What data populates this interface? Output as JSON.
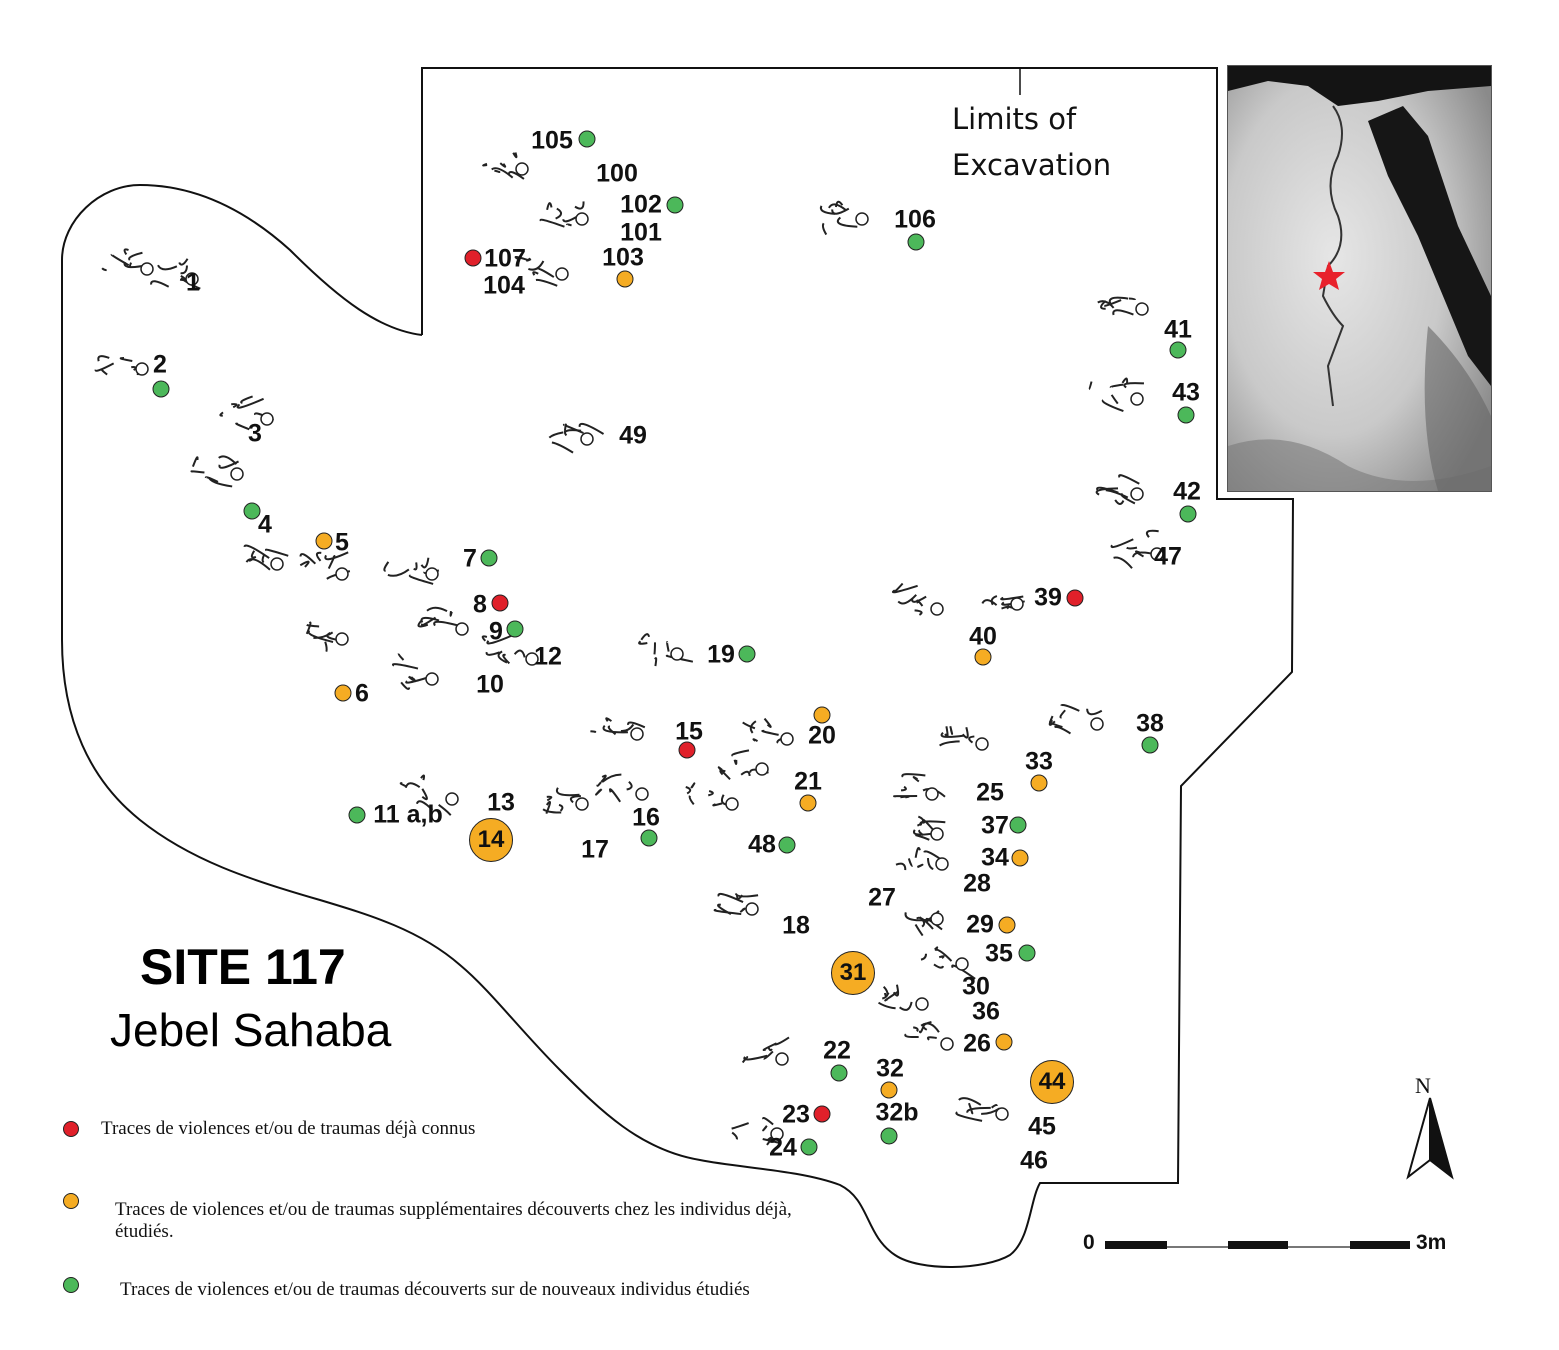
{
  "title": "SITE 117",
  "subtitle": "Jebel Sahaba",
  "limits_label": "Limits of Excavation",
  "colors": {
    "red": "#e0202a",
    "orange": "#f5ac23",
    "green": "#4cb85a",
    "star": "#e8212b"
  },
  "burials": [
    {
      "label": "105",
      "marker": "green"
    },
    {
      "label": "100",
      "marker": null
    },
    {
      "label": "102",
      "marker": "green"
    },
    {
      "label": "101",
      "marker": null
    },
    {
      "label": "107",
      "marker": "red"
    },
    {
      "label": "103",
      "marker": "orange"
    },
    {
      "label": "104",
      "marker": null
    },
    {
      "label": "106",
      "marker": "green"
    },
    {
      "label": "1",
      "marker": null
    },
    {
      "label": "2",
      "marker": "green"
    },
    {
      "label": "3",
      "marker": null
    },
    {
      "label": "49",
      "marker": null
    },
    {
      "label": "41",
      "marker": "green"
    },
    {
      "label": "43",
      "marker": "green"
    },
    {
      "label": "42",
      "marker": "green"
    },
    {
      "label": "47",
      "marker": null
    },
    {
      "label": "4",
      "marker": "green"
    },
    {
      "label": "5",
      "marker": "orange"
    },
    {
      "label": "7",
      "marker": "green"
    },
    {
      "label": "8",
      "marker": "red"
    },
    {
      "label": "9",
      "marker": "green"
    },
    {
      "label": "12",
      "marker": null
    },
    {
      "label": "10",
      "marker": null
    },
    {
      "label": "6",
      "marker": "orange"
    },
    {
      "label": "19",
      "marker": "green"
    },
    {
      "label": "39",
      "marker": "red"
    },
    {
      "label": "40",
      "marker": "orange"
    },
    {
      "label": "15",
      "marker": "red"
    },
    {
      "label": "20",
      "marker": "orange"
    },
    {
      "label": "21",
      "marker": "orange"
    },
    {
      "label": "38",
      "marker": "green"
    },
    {
      "label": "33",
      "marker": "orange"
    },
    {
      "label": "25",
      "marker": null
    },
    {
      "label": "37",
      "marker": "green"
    },
    {
      "label": "34",
      "marker": "orange"
    },
    {
      "label": "28",
      "marker": null
    },
    {
      "label": "11 a,b",
      "marker": "green"
    },
    {
      "label": "13",
      "marker": null
    },
    {
      "label": "14",
      "marker": "orange-large"
    },
    {
      "label": "17",
      "marker": null
    },
    {
      "label": "16",
      "marker": "green"
    },
    {
      "label": "48",
      "marker": "green"
    },
    {
      "label": "18",
      "marker": null
    },
    {
      "label": "27",
      "marker": null
    },
    {
      "label": "29",
      "marker": "orange"
    },
    {
      "label": "35",
      "marker": "green"
    },
    {
      "label": "31",
      "marker": "orange-large"
    },
    {
      "label": "30",
      "marker": null
    },
    {
      "label": "36",
      "marker": null
    },
    {
      "label": "26",
      "marker": "orange"
    },
    {
      "label": "22",
      "marker": "green"
    },
    {
      "label": "32",
      "marker": "orange"
    },
    {
      "label": "44",
      "marker": "orange-large"
    },
    {
      "label": "23",
      "marker": "red"
    },
    {
      "label": "32b",
      "marker": "green"
    },
    {
      "label": "24",
      "marker": "green"
    },
    {
      "label": "45",
      "marker": null
    },
    {
      "label": "46",
      "marker": null
    }
  ],
  "legend": [
    {
      "color": "red",
      "text": "Traces de violences et/ou de traumas déjà connus"
    },
    {
      "color": "orange",
      "text": "Traces de violences et/ou de traumas supplémentaires découverts chez les individus déjà, étudiés."
    },
    {
      "color": "green",
      "text": "Traces de violences et/ou de traumas découverts sur de nouveaux individus étudiés"
    }
  ],
  "scale": {
    "start": "0",
    "end": "3m"
  },
  "north": "N"
}
